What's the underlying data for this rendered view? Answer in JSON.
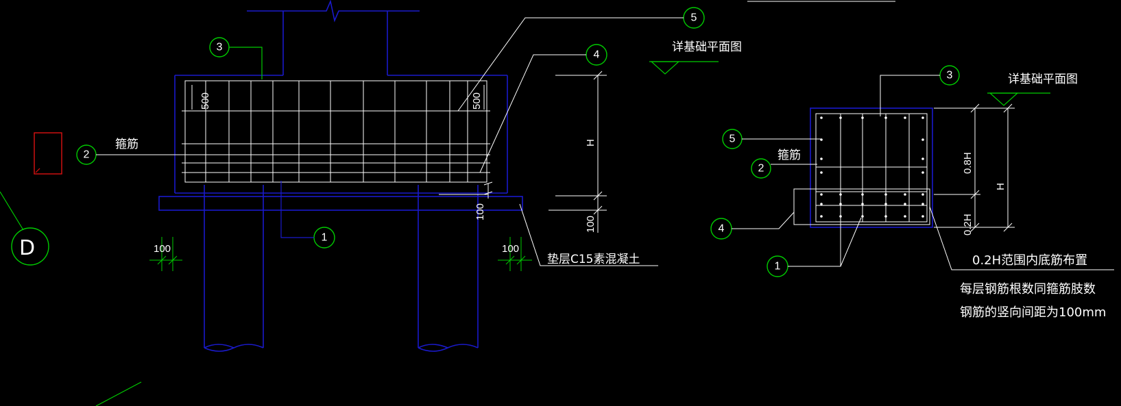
{
  "colors": {
    "background": "#000000",
    "concrete_outline": "#1a1acc",
    "rebar_line": "#ffffff",
    "leader_line": "#00cc00",
    "text": "#ffffff",
    "marker_red": "#dd1111"
  },
  "callouts": {
    "c1": "1",
    "c2": "2",
    "c3": "3",
    "c4": "4",
    "c5": "5"
  },
  "section_marker": "D",
  "left_view": {
    "stirrup_label": "箍筋",
    "dim_500_left": "500",
    "dim_500_right": "500",
    "dim_100_bottom": "100",
    "dim_100_pile_left": "100",
    "dim_100_pile_right": "100",
    "dim_100_level": "100",
    "dim_H": "H",
    "level_note": "详基础平面图",
    "cushion_note": "垫层C15素混凝土"
  },
  "right_view": {
    "stirrup_label": "箍筋",
    "level_note": "详基础平面图",
    "dim_08H": "0.8H",
    "dim_02H": "0.2H",
    "dim_H": "H",
    "note_line1": "0.2H范围内底筋布置",
    "note_line2": "每层钢筋根数同箍筋肢数",
    "note_line3": "钢筋的竖向间距为100mm"
  }
}
